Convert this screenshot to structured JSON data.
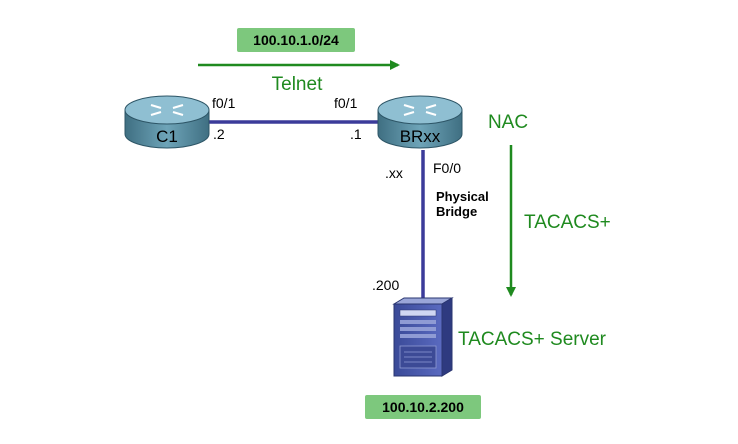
{
  "colors": {
    "accent_green": "#1f8a1f",
    "badge_fill": "#7dc87d",
    "link_line": "#3b3b9a",
    "router_body": "#5f93a8",
    "router_top": "#8fbfd2",
    "server_body": "#4a5aa8"
  },
  "top_network": {
    "label": "100.10.1.0/24"
  },
  "telnet": {
    "label": "Telnet"
  },
  "router_c1": {
    "label": "C1",
    "interface": "f0/1",
    "address": ".2",
    "icon": "router-icon"
  },
  "router_brxx": {
    "label": "BRxx",
    "interface_left": "f0/1",
    "address_left": ".1",
    "interface_down": "F0/0",
    "address_down": ".xx",
    "icon": "router-icon"
  },
  "bridge": {
    "line1": "Physical",
    "line2": "Bridge"
  },
  "nac": {
    "label": "NAC"
  },
  "tacacs": {
    "label": "TACACS+"
  },
  "server": {
    "label": "TACACS+ Server",
    "address": ".200",
    "icon": "server-icon"
  },
  "bottom_network": {
    "label": "100.10.2.200"
  }
}
